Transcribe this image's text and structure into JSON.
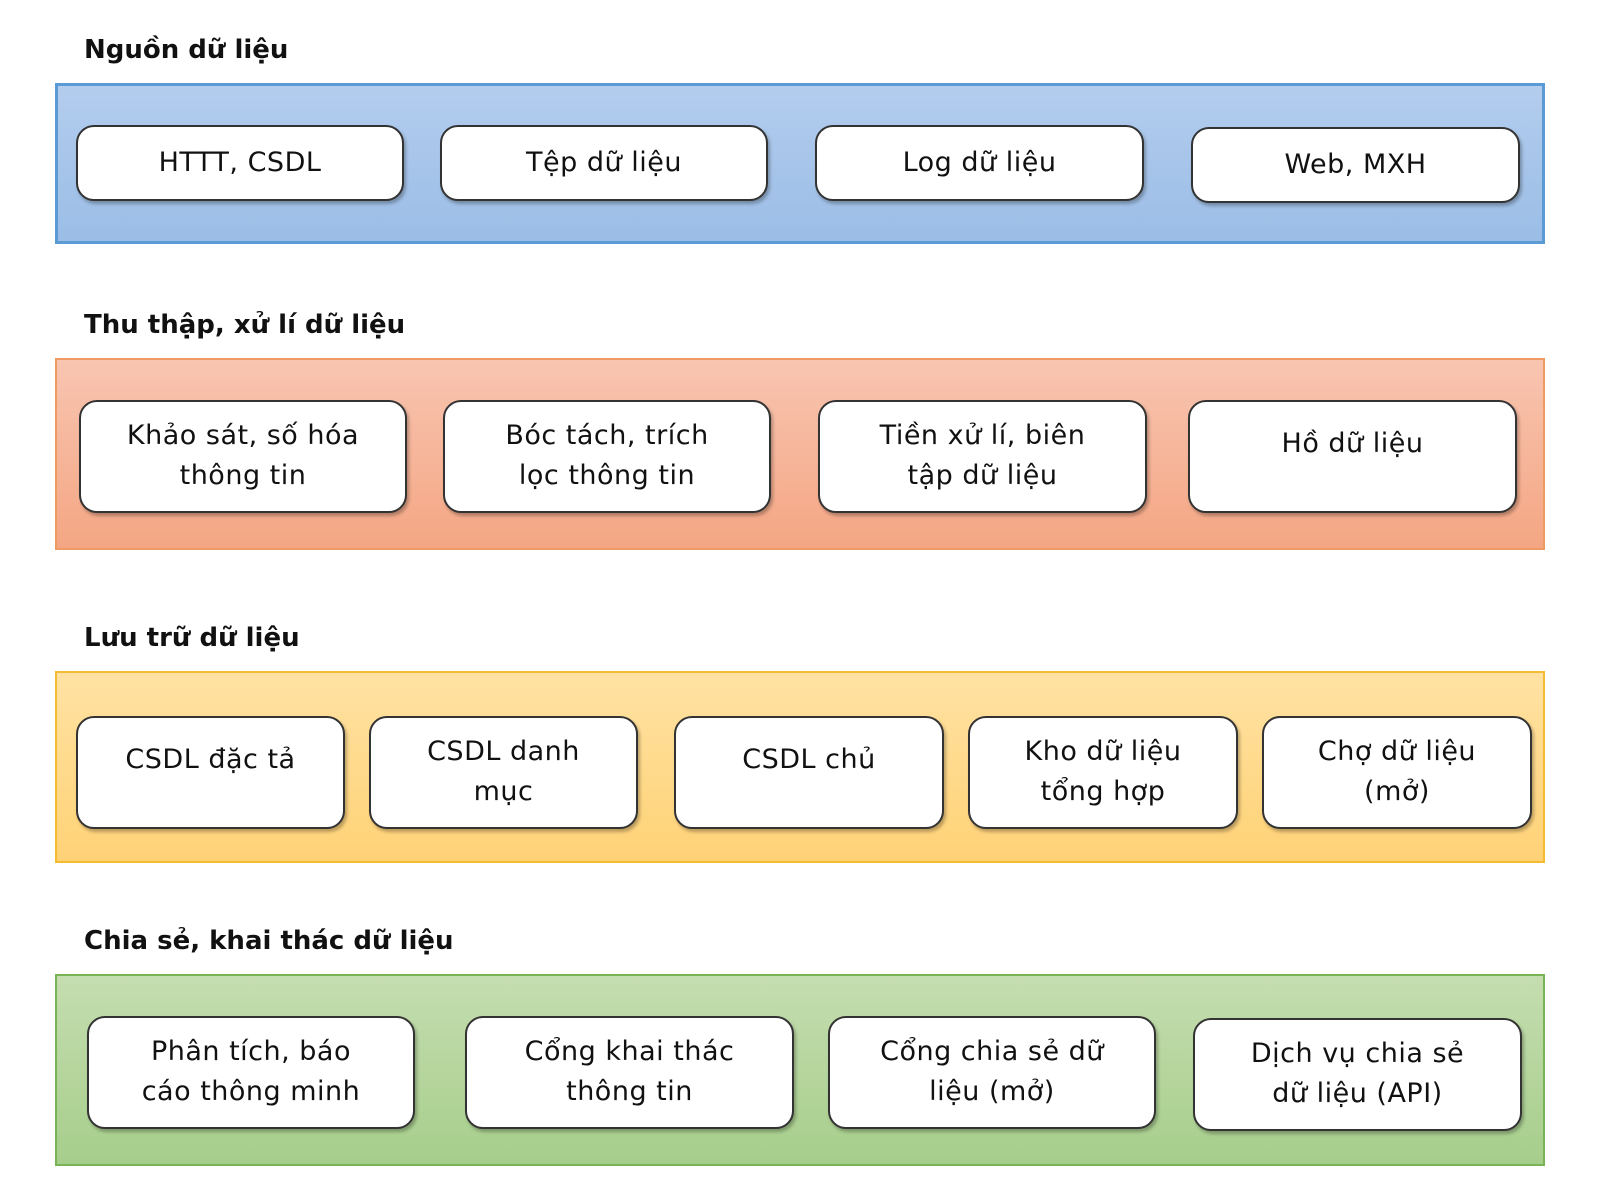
{
  "layers": [
    {
      "title": "Nguồn dữ liệu",
      "color": "#9bbde6",
      "border_color": "#5b9bd5",
      "boxes": [
        "HTTT, CSDL",
        "Tệp dữ liệu",
        "Log dữ liệu",
        "Web, MXH"
      ]
    },
    {
      "title": "Thu thập, xử lí dữ liệu",
      "color": "#f4a683",
      "border_color": "#ed9b63",
      "boxes": [
        "Khảo sát, số hóa\nthông tin",
        "Bóc tách, trích\nlọc thông tin",
        "Tiền xử lí, biên\ntập dữ liệu",
        "Hồ dữ liệu"
      ]
    },
    {
      "title": "Lưu trữ dữ liệu",
      "color": "#ffd276",
      "border_color": "#f5bc32",
      "boxes": [
        "CSDL đặc tả",
        "CSDL danh\nmục",
        "CSDL chủ",
        "Kho dữ liệu\ntổng hợp",
        "Chợ dữ liệu\n(mở)"
      ]
    },
    {
      "title": "Chia sẻ, khai thác dữ liệu",
      "color": "#a6ce8b",
      "border_color": "#78b356",
      "boxes": [
        "Phân tích, báo\ncáo thông minh",
        "Cổng khai thác\nthông tin",
        "Cổng chia sẻ dữ\nliệu (mở)",
        "Dịch vụ chia sẻ\ndữ liệu (API)"
      ]
    }
  ]
}
